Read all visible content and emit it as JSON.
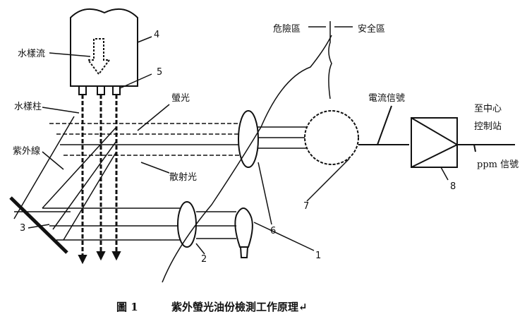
{
  "labels": {
    "sample_flow": "水樣流",
    "sample_column": "水樣柱",
    "fluorescence": "螢光",
    "ultraviolet": "紫外線",
    "scattered_light": "散射光",
    "danger_zone": "危險區",
    "safe_zone": "安全區",
    "current_signal": "電流信號",
    "to_center_1": "至中心",
    "to_center_2": "控制站",
    "ppm_signal": "ppm 信號"
  },
  "numbers": {
    "n1": "1",
    "n2": "2",
    "n3": "3",
    "n4": "4",
    "n5": "5",
    "n6": "6",
    "n7": "7",
    "n8": "8"
  },
  "caption": {
    "figure": "圖 1",
    "title": "紫外螢光油份檢測工作原理↵"
  }
}
